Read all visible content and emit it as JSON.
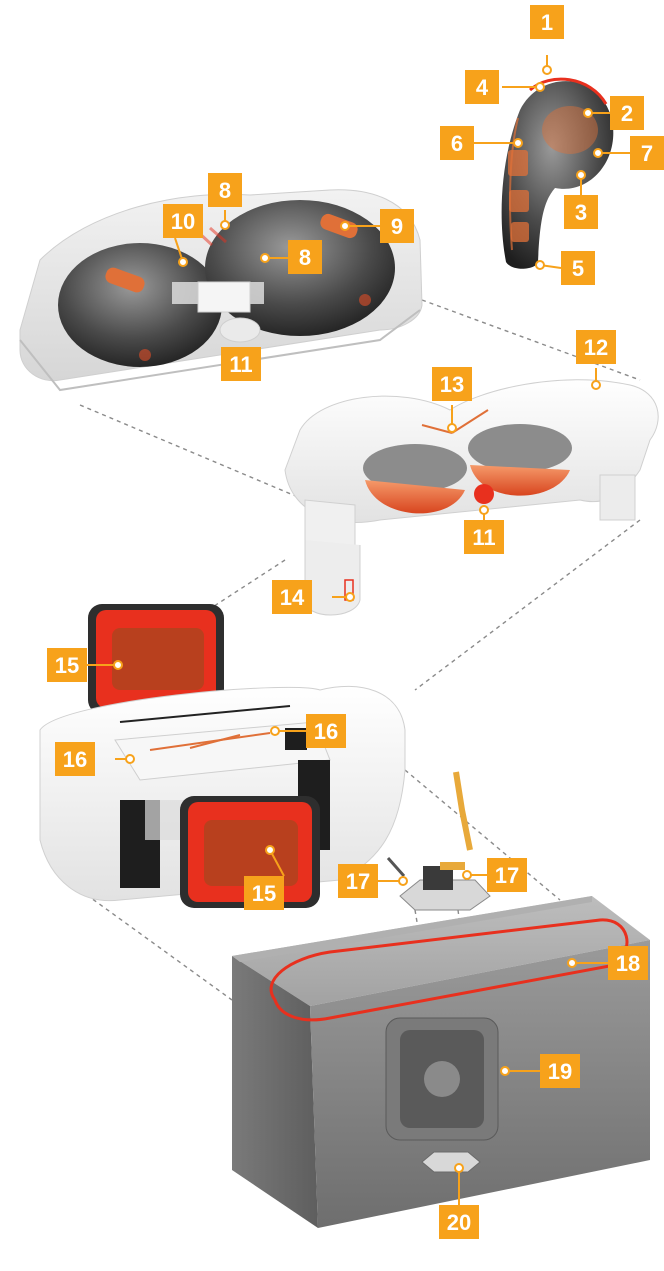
{
  "callouts": [
    "1",
    "2",
    "3",
    "4",
    "5",
    "6",
    "7",
    "8",
    "8",
    "9",
    "10",
    "11",
    "11",
    "12",
    "13",
    "14",
    "15",
    "15",
    "16",
    "16",
    "17",
    "17",
    "18",
    "19",
    "20"
  ],
  "colors": {
    "callout": "#f7a21b",
    "accent_red": "#e8301e",
    "accent_orange": "#e07038",
    "shell_gray": "#8a8a8a",
    "dark_gray": "#3a3a3a"
  }
}
